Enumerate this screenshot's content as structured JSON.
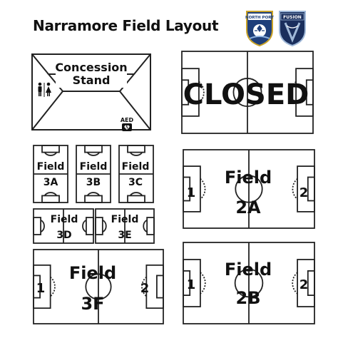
{
  "title": "Narramore Field Layout",
  "logos": [
    {
      "name": "north-port-logo",
      "text": "NORTH PORT",
      "color": "#1f3f7a"
    },
    {
      "name": "fusion-logo",
      "text": "FUSION",
      "color": "#1a2e5c"
    }
  ],
  "concession": {
    "line1": "Concession",
    "line2": "Stand",
    "aed": "AED",
    "restroom_icons": "restroom-icon"
  },
  "fields": {
    "closed": {
      "label": "CLOSED"
    },
    "f2a": {
      "line1": "Field",
      "line2": "2A",
      "goal_left": "1",
      "goal_right": "2"
    },
    "f2b": {
      "line1": "Field",
      "line2": "2B",
      "goal_left": "1",
      "goal_right": "2"
    },
    "f3a": {
      "line1": "Field",
      "line2": "3A"
    },
    "f3b": {
      "line1": "Field",
      "line2": "3B"
    },
    "f3c": {
      "line1": "Field",
      "line2": "3C"
    },
    "f3d": {
      "line1": "Field",
      "line2": "3D"
    },
    "f3e": {
      "line1": "Field",
      "line2": "3E"
    },
    "f3f": {
      "line1": "Field",
      "line2": "3F",
      "goal_left": "1",
      "goal_right": "2"
    }
  }
}
